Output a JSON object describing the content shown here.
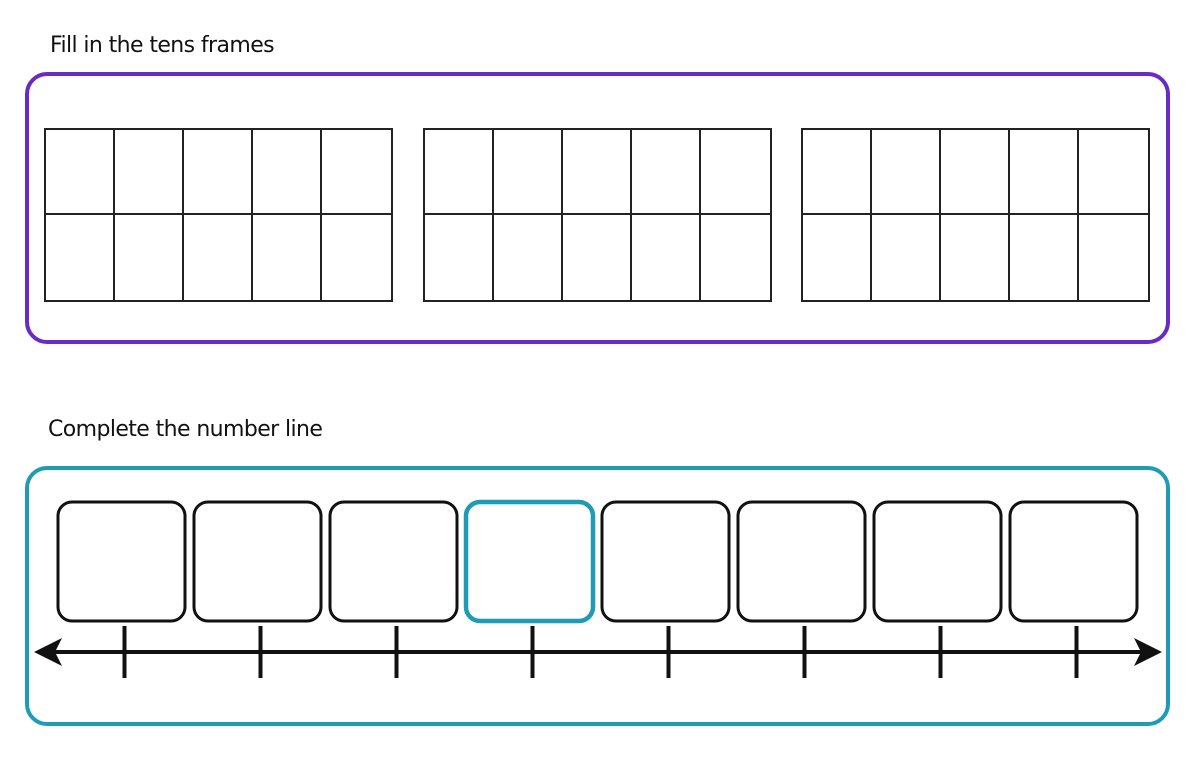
{
  "tens_section": {
    "heading": "Fill in the tens frames",
    "border_color": "#6a2bc4",
    "frame_count": 3,
    "cells_per_frame": 10
  },
  "number_line_section": {
    "heading": "Complete the number line",
    "border_color": "#1f9bb5",
    "answer_boxes": [
      {
        "value": "",
        "highlighted": false
      },
      {
        "value": "",
        "highlighted": false
      },
      {
        "value": "",
        "highlighted": false
      },
      {
        "value": "",
        "highlighted": true
      },
      {
        "value": "",
        "highlighted": false
      },
      {
        "value": "",
        "highlighted": false
      },
      {
        "value": "",
        "highlighted": false
      },
      {
        "value": "",
        "highlighted": false
      }
    ],
    "highlight_color": "#1f9bb5",
    "arrow_icons": [
      "arrow-left-icon",
      "arrow-right-icon"
    ]
  }
}
